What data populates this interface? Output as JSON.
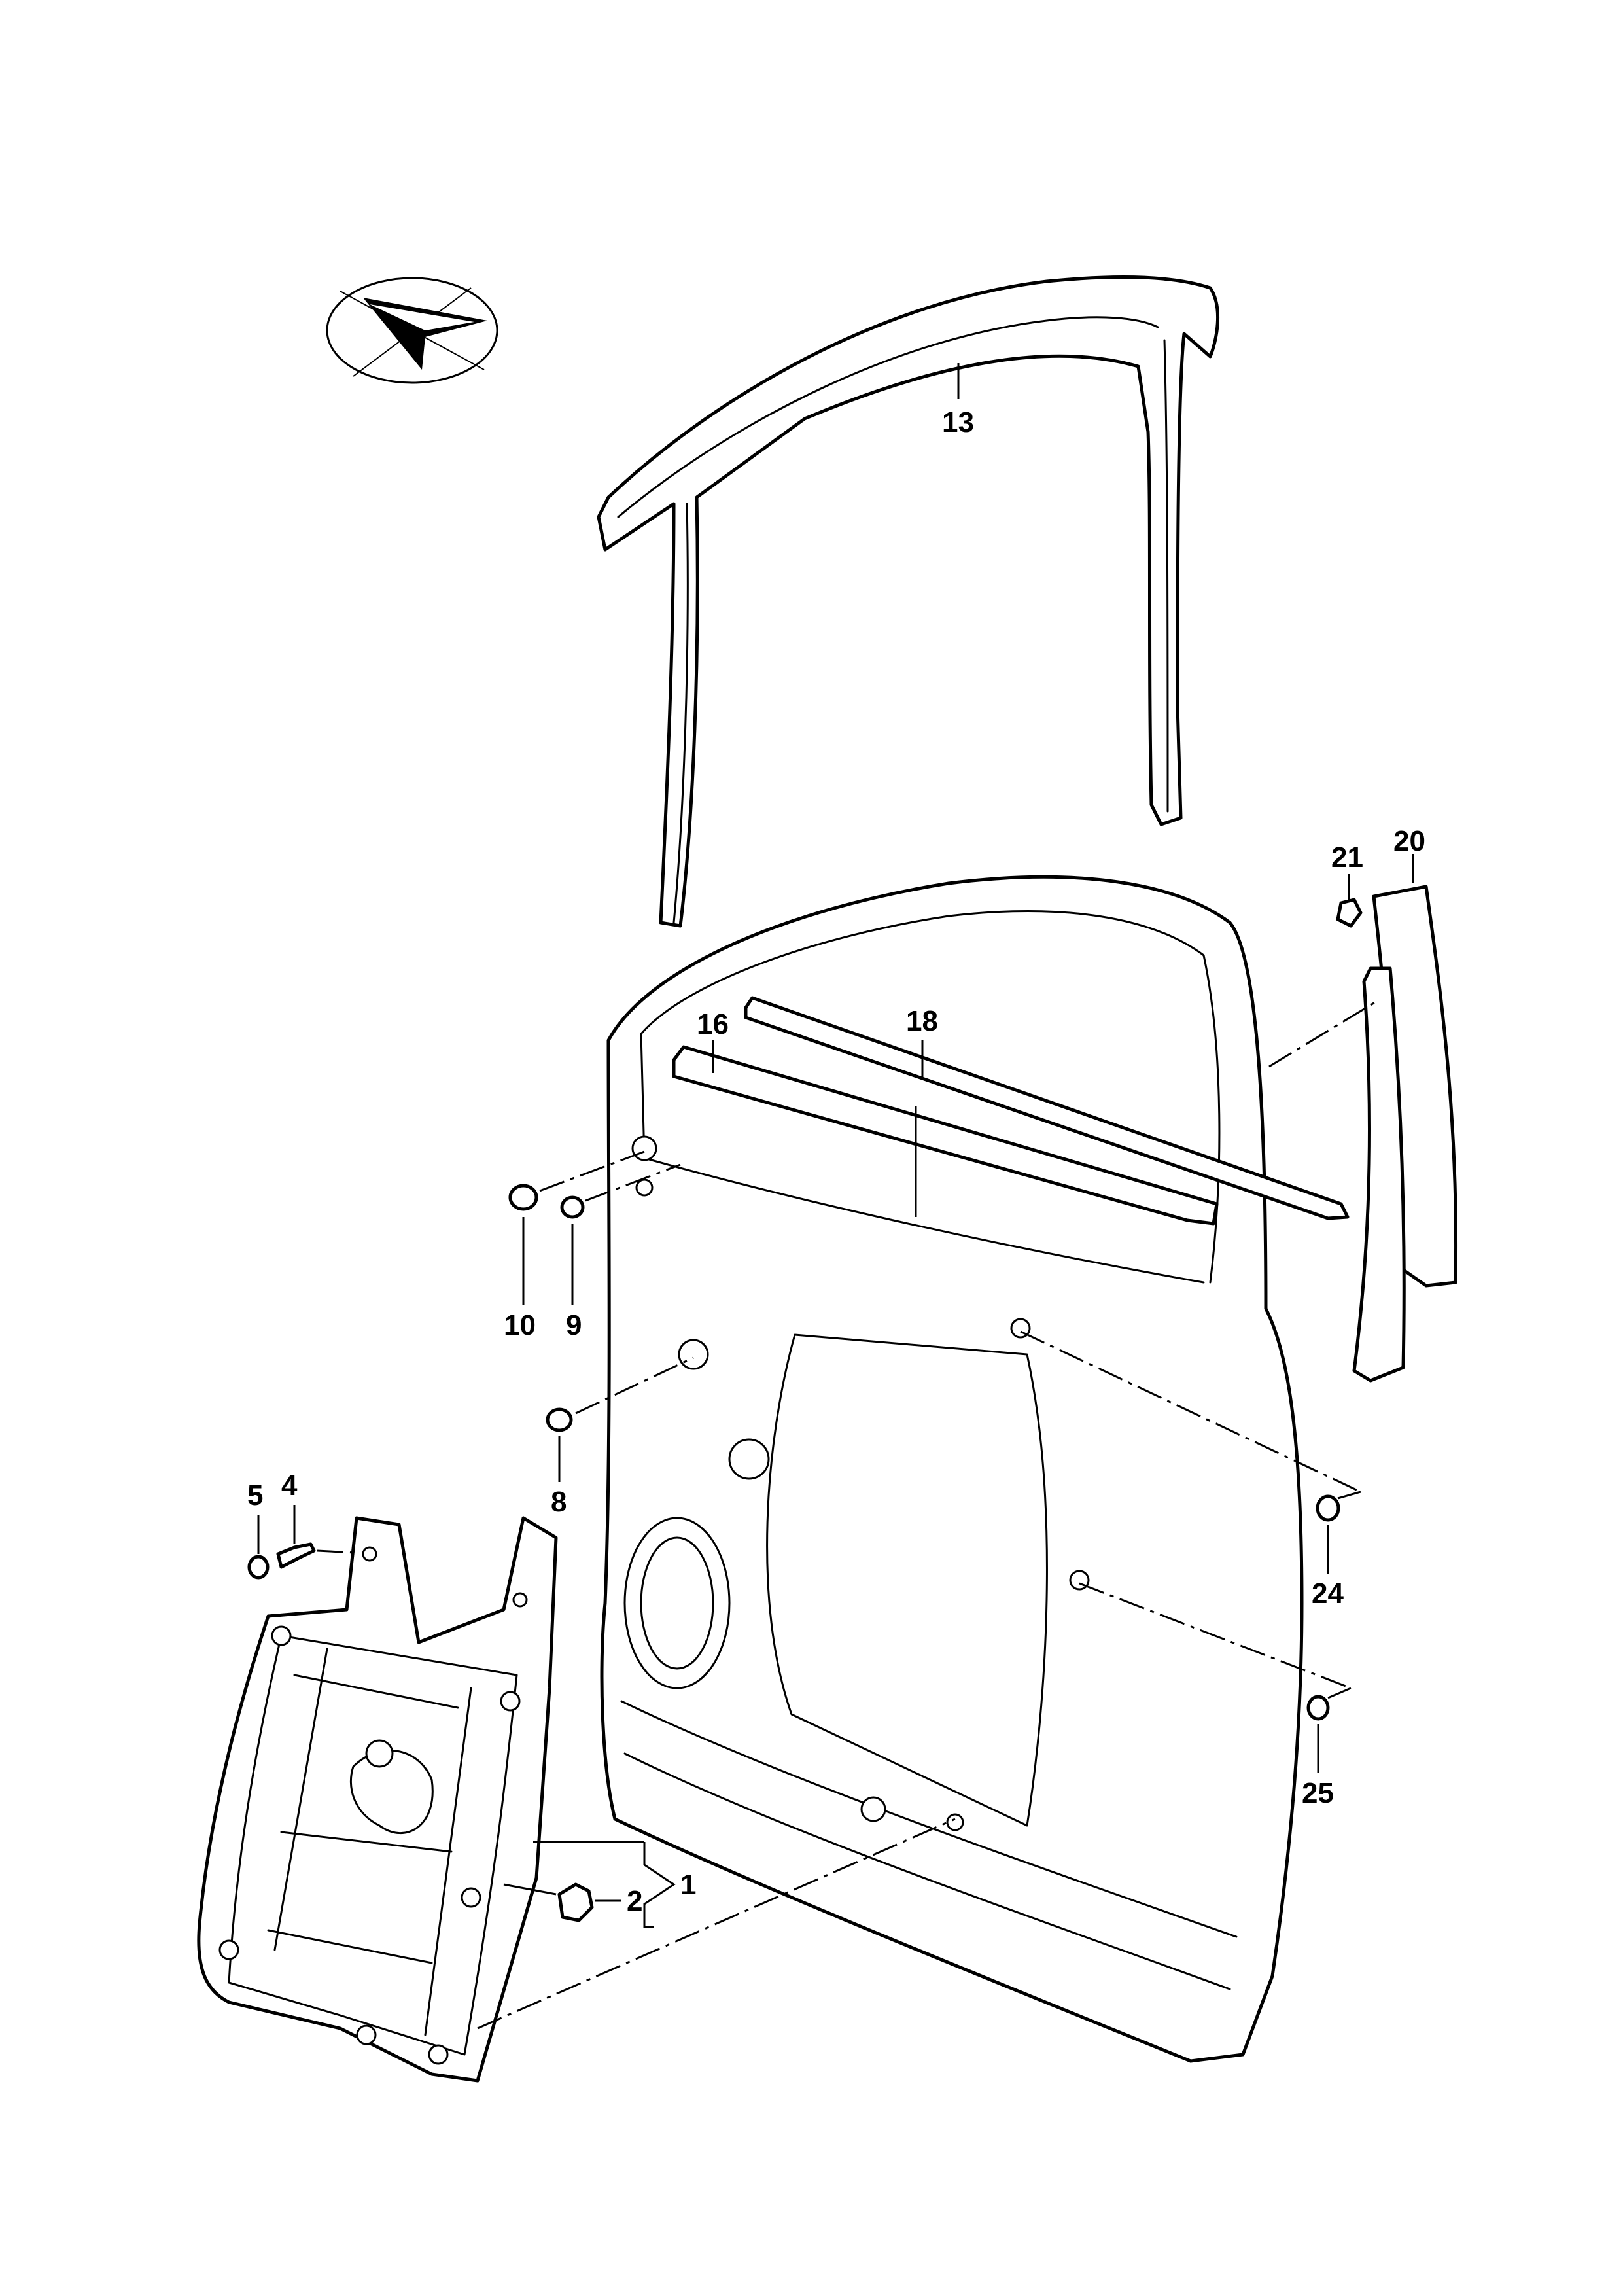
{
  "diagram": {
    "compass_icon": "orientation-arrow-icon",
    "callouts": {
      "c1": "1",
      "c2": "2",
      "c4": "4",
      "c5": "5",
      "c8": "8",
      "c9": "9",
      "c10": "10",
      "c13": "13",
      "c16": "16",
      "c18": "18",
      "c20": "20",
      "c21": "21",
      "c24": "24",
      "c25": "25"
    }
  }
}
